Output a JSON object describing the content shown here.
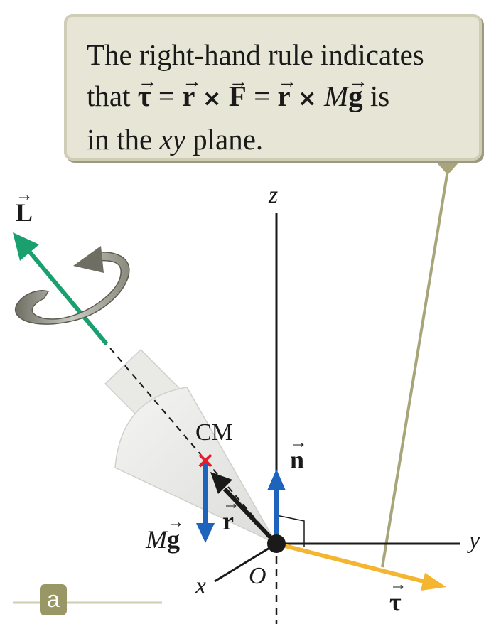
{
  "callout": {
    "line1": "The right-hand rule indicates",
    "line2_that": "that",
    "line2_tau": "τ",
    "line2_eq1": "=",
    "line2_r1": "r",
    "line2_x1": "×",
    "line2_F": "F",
    "line2_eq2": "=",
    "line2_r2": "r",
    "line2_x2": "×",
    "line2_M": "M",
    "line2_g": "g",
    "line2_is": "is",
    "line3_a": "in the",
    "line3_xy": "xy",
    "line3_b": "plane."
  },
  "labels": {
    "L": "L",
    "z": "z",
    "y": "y",
    "x": "x",
    "O": "O",
    "CM": "CM",
    "n": "n",
    "r": "r",
    "Mg_M": "M",
    "Mg_g": "g",
    "tau": "τ"
  },
  "vector_arrow": "→",
  "panel_tag": "a",
  "colors": {
    "L_vector": "#1aa06e",
    "r_vector": "#1a1a1a",
    "n_vector": "#1f64bc",
    "Mg_vector": "#1f64bc",
    "tau_vector": "#f4b630",
    "cm_marker": "#e41e26",
    "callout_fill": "#e7e6d6",
    "callout_pointer": "#a9a57a",
    "panel_tag": "#9a9766"
  },
  "icons": {
    "rotation": "curved-rotation-arrow-icon",
    "cm_marker": "cross-icon"
  }
}
